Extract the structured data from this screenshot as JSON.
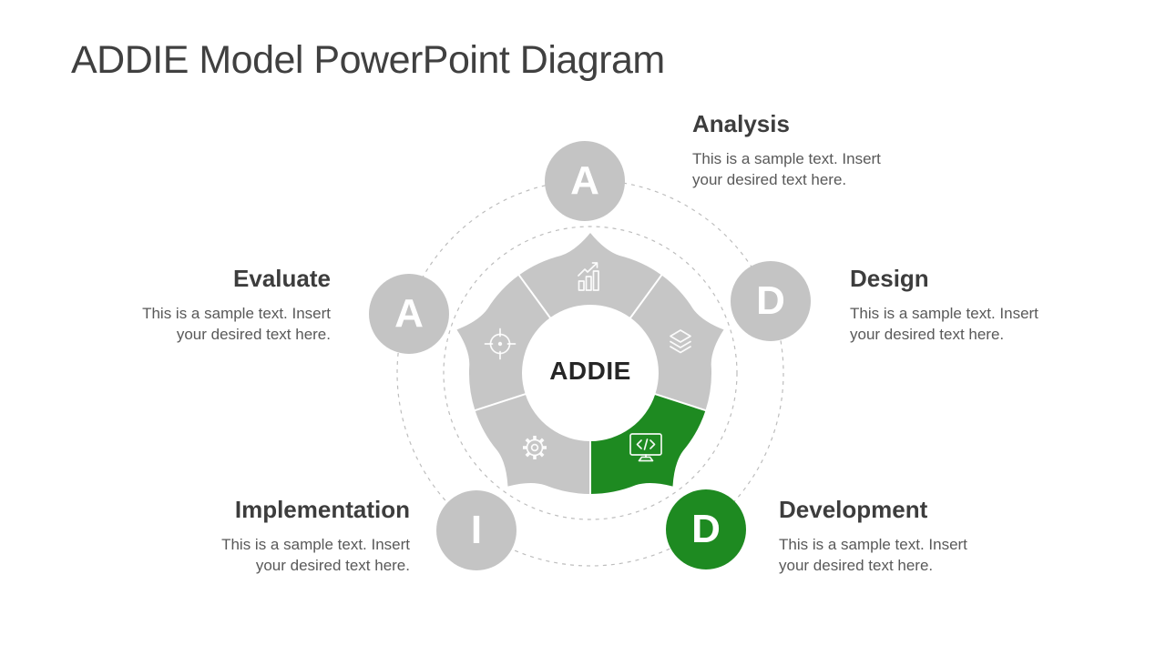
{
  "title": "ADDIE Model PowerPoint Diagram",
  "center_label": "ADDIE",
  "colors": {
    "segment_gray": "#c6c6c6",
    "badge_gray": "#c4c4c4",
    "highlight_green": "#1e8a21",
    "orbit_dash_gray": "#bdbdbd",
    "title_text": "#404040",
    "heading_text": "#3d3d3d",
    "body_text": "#595959"
  },
  "stages": [
    {
      "id": "analysis",
      "letter": "A",
      "name": "Analysis",
      "description": "This is a sample text. Insert\nyour desired text here.",
      "icon": "bar-chart-icon",
      "highlighted": false
    },
    {
      "id": "design",
      "letter": "D",
      "name": "Design",
      "description": "This is a sample text. Insert\nyour desired text here.",
      "icon": "layers-icon",
      "highlighted": false
    },
    {
      "id": "development",
      "letter": "D",
      "name": "Development",
      "description": "This is a sample text. Insert\nyour desired text here.",
      "icon": "monitor-code-icon",
      "highlighted": true
    },
    {
      "id": "implementation",
      "letter": "I",
      "name": "Implementation",
      "description": "This is a sample text. Insert\nyour desired text here.",
      "icon": "gear-icon",
      "highlighted": false
    },
    {
      "id": "evaluate",
      "letter": "A",
      "name": "Evaluate",
      "description": "This is a sample text. Insert\nyour desired text here.",
      "icon": "target-icon",
      "highlighted": false
    }
  ]
}
